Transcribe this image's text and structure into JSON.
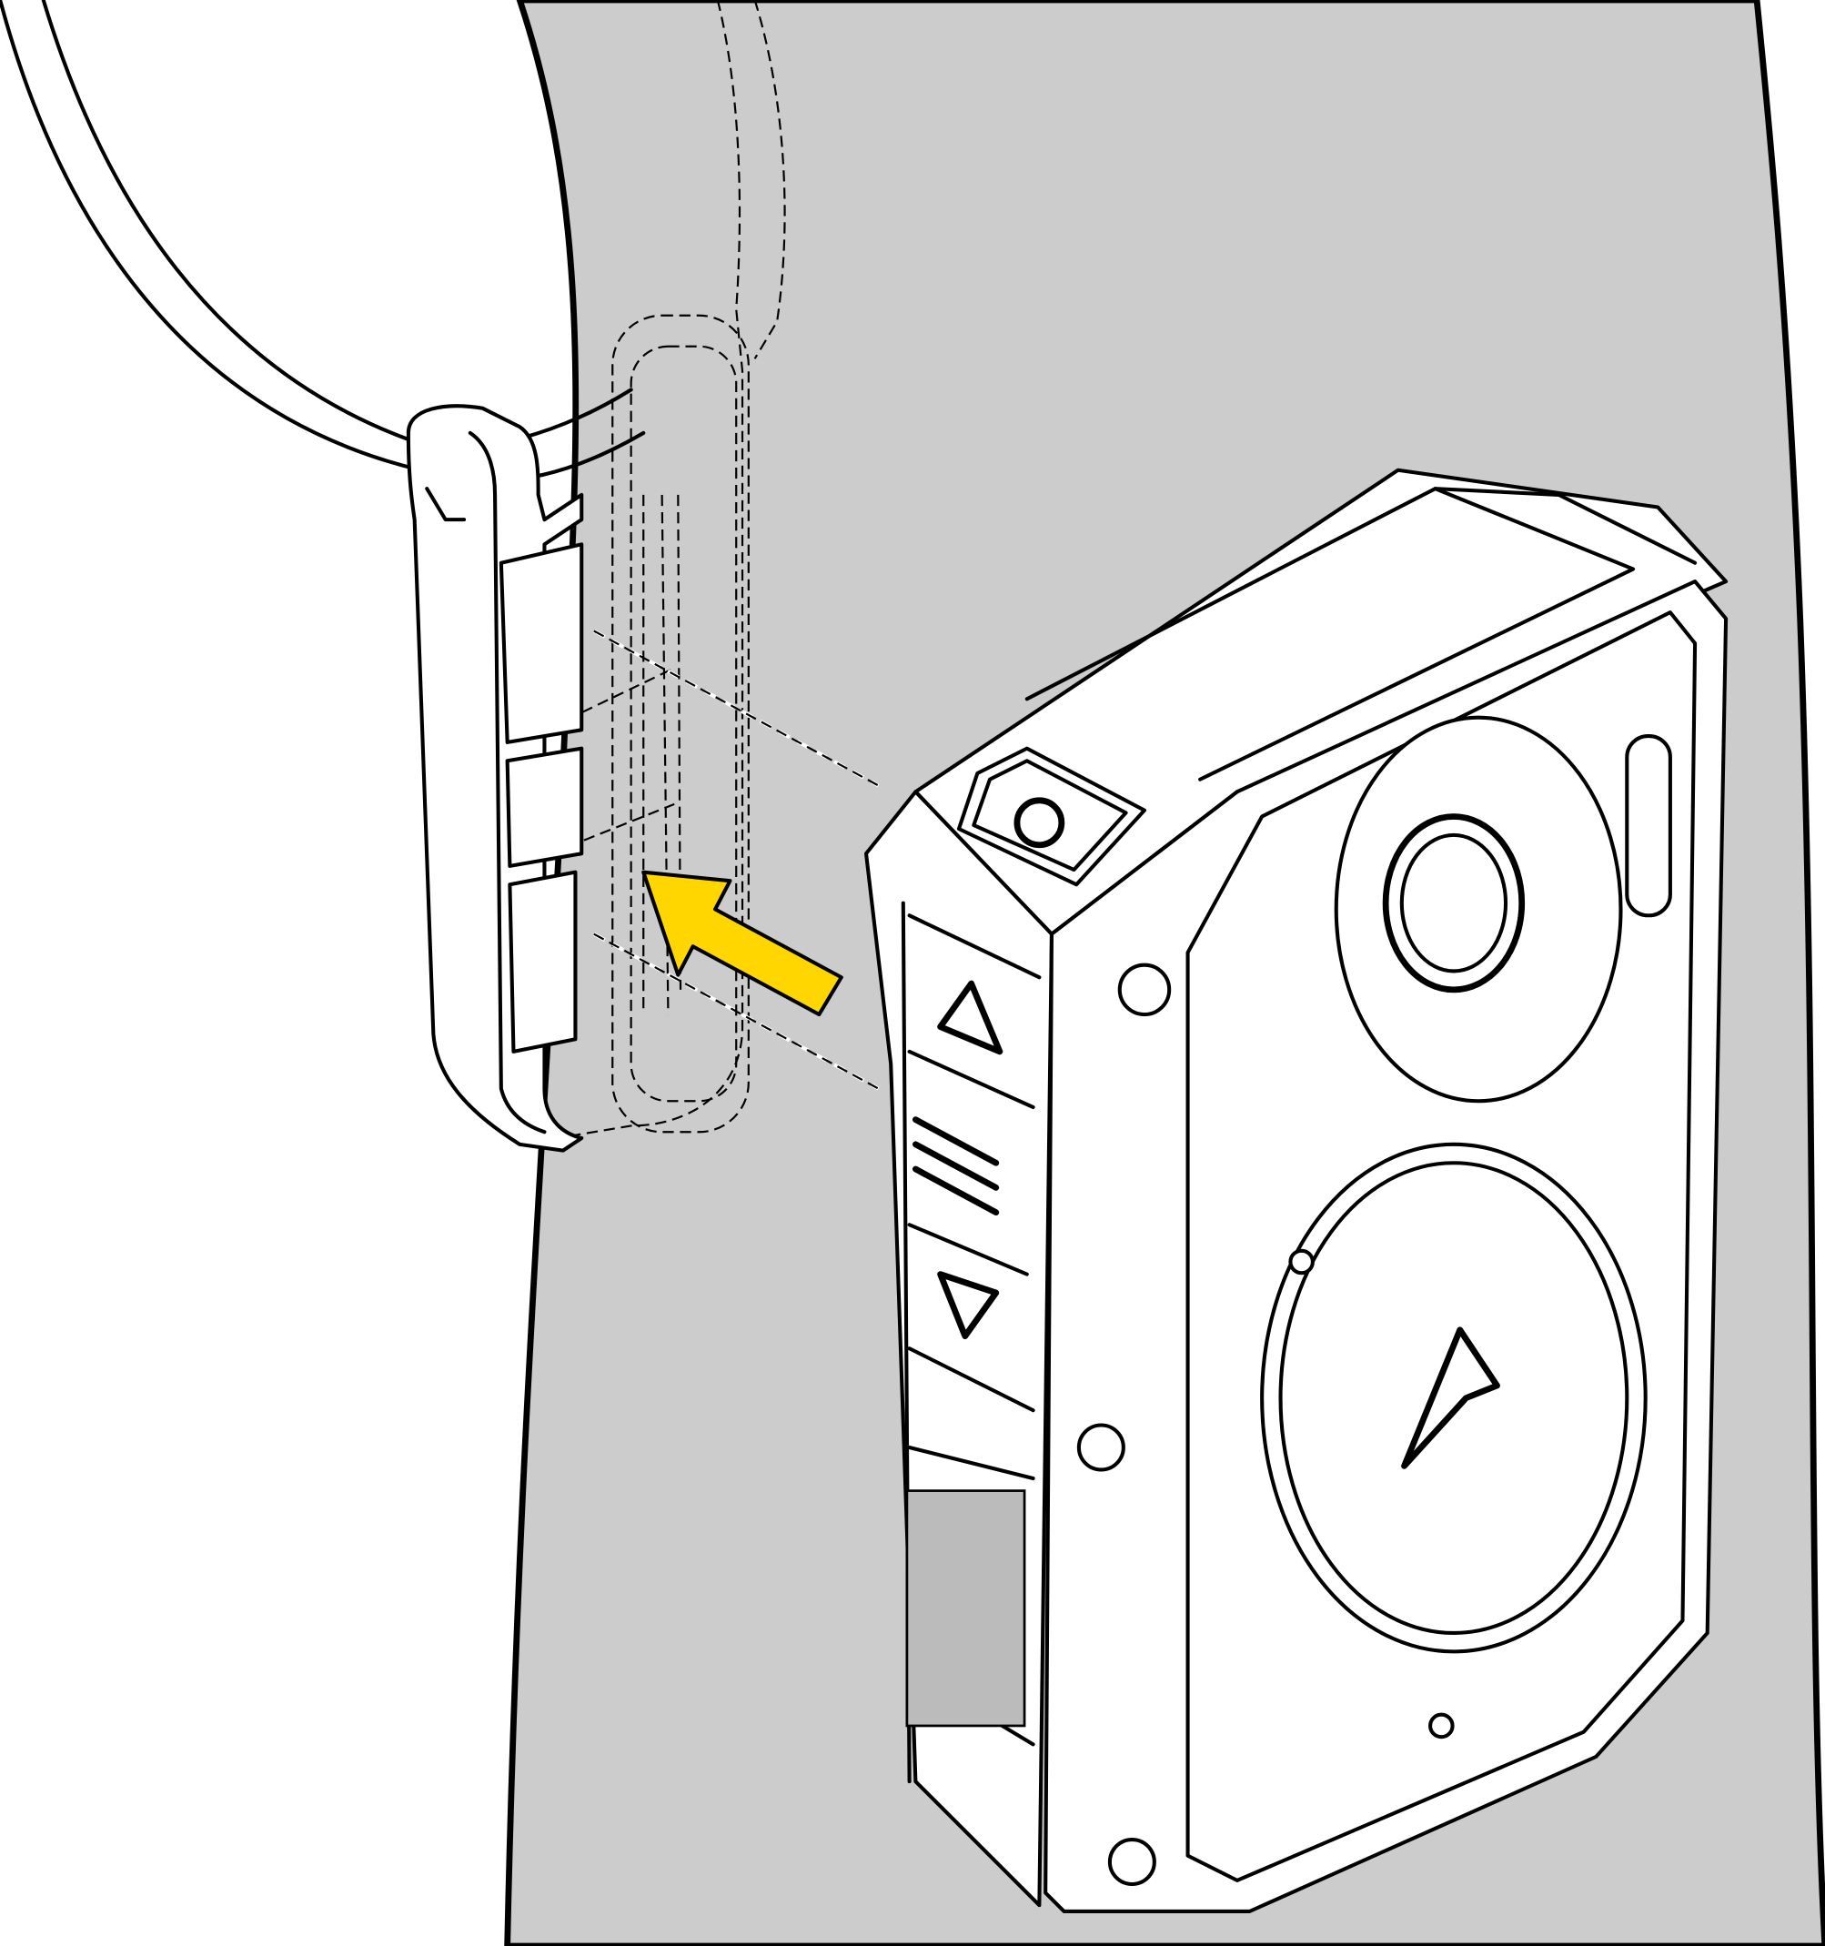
{
  "colors": {
    "background": "#ffffff",
    "body_fill": "#cccccc",
    "arrow": "#ffd600",
    "outline": "#000000"
  },
  "parts": [
    "shoulder-strap",
    "strap-clip",
    "body-camera",
    "power-button",
    "up-button",
    "menu-button",
    "down-button",
    "camera-lens",
    "insert-direction-arrow"
  ]
}
